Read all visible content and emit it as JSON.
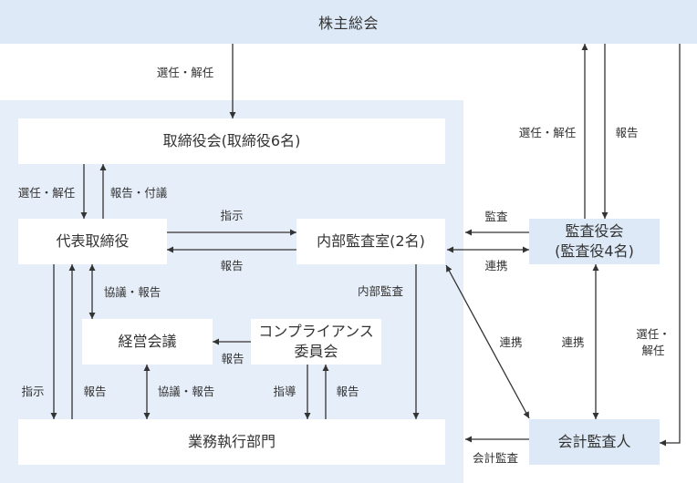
{
  "shareholders_meeting": "株主総会",
  "boxes": {
    "board": "取締役会(取締役6名)",
    "representative_director": "代表取締役",
    "internal_audit": "内部監査室(2名)",
    "management_meeting": "経営会議",
    "compliance_committee": [
      "コンプライアンス",
      "委員会"
    ],
    "business_operations": "業務執行部門",
    "audit_board": [
      "監査役会",
      "(監査役4名)"
    ],
    "accounting_auditor": "会計監査人"
  },
  "relations": {
    "shareholders_to_board": "選任・解任",
    "board_to_representative": "選任・解任",
    "representative_to_board": "報告・付議",
    "representative_to_internal_audit": "指示",
    "internal_audit_to_representative": "報告",
    "representative_management": "協議・報告",
    "compliance_to_management": "報告",
    "representative_to_operations": "指示",
    "operations_to_representative": "報告",
    "management_operations": "協議・報告",
    "compliance_to_operations": "指導",
    "operations_to_compliance": "報告",
    "internal_audit_to_operations": "内部監査",
    "audit_board_to_internal_audit": "監査",
    "audit_board_internal_audit_link": "連携",
    "shareholders_to_audit_board": "選任・解任",
    "audit_board_to_shareholders": "報告",
    "audit_board_accounting_link": "連携",
    "internal_audit_accounting_link": "連携",
    "shareholders_to_accounting": [
      "選任・",
      "解任"
    ],
    "accounting_to_operations": "会計監査"
  },
  "colors": {
    "header_fill": "#dde9f6",
    "panel_fill": "#e6eef9",
    "box_fill": "#ffffff",
    "ink": "#333333"
  }
}
